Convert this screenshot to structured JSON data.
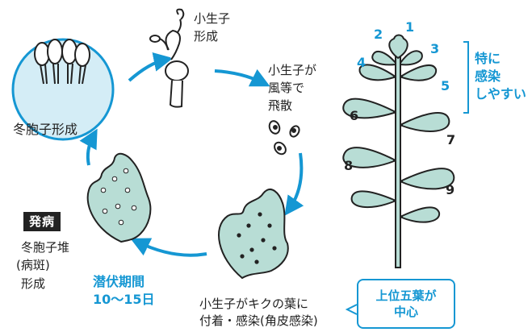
{
  "stages": {
    "teliospore_formation": "冬胞子形成",
    "sporidia_formation_line1": "小生子",
    "sporidia_formation_line2": "形成",
    "dispersal_line1": "小生子が",
    "dispersal_line2": "風等で",
    "dispersal_line3": "飛散",
    "infection_line1": "小生子がキクの葉に",
    "infection_line2": "付着・感染(角皮感染)",
    "onset_badge": "発病",
    "onset_line1": "冬胞子堆",
    "onset_line2": "(病斑)",
    "onset_line3": "形成",
    "incubation_line1": "潜伏期間",
    "incubation_line2": "10〜15日"
  },
  "leaf_numbers": [
    "1",
    "2",
    "3",
    "4",
    "5",
    "6",
    "7",
    "8",
    "9"
  ],
  "susceptible_note": {
    "line1": "特に",
    "line2": "感染",
    "line3": "しやすい"
  },
  "callout": {
    "line1": "上位五葉が",
    "line2": "中心"
  },
  "colors": {
    "accent": "#1597d3",
    "leaf_fill": "#b8ddd5",
    "circle_fill": "#d4edf6",
    "outline": "#222222"
  }
}
